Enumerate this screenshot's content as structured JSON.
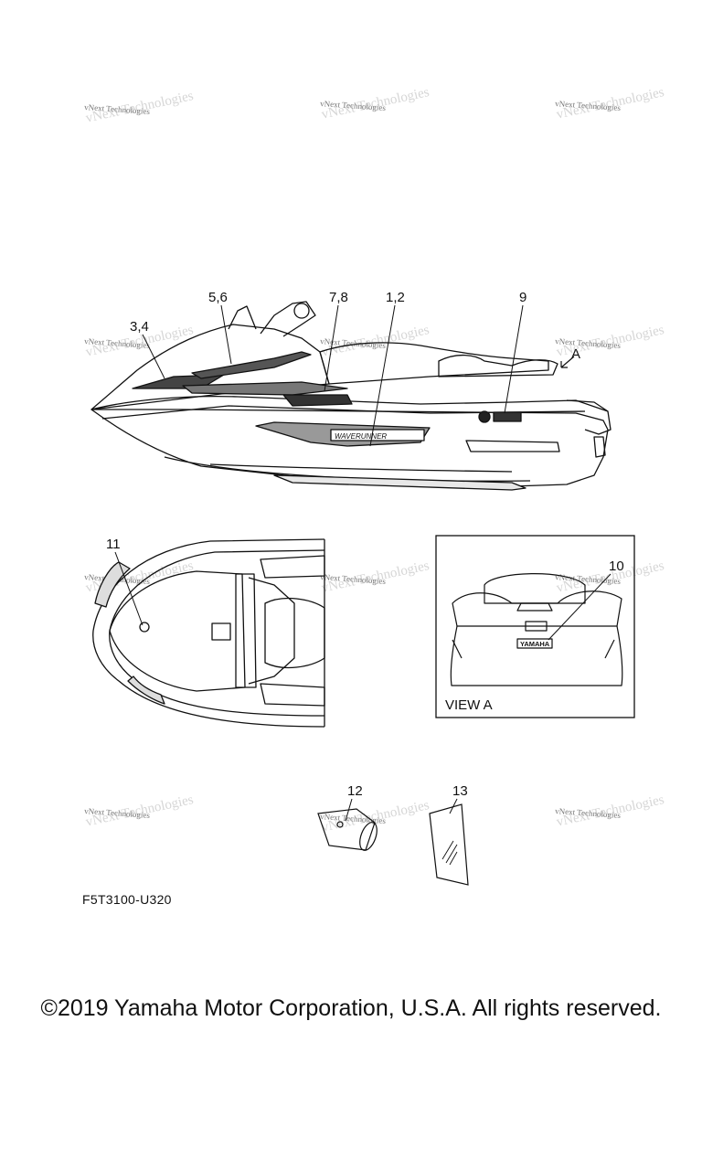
{
  "watermark": {
    "text": "vNext Technologies"
  },
  "callouts": {
    "c1": "1,2",
    "c2": "3,4",
    "c3": "5,6",
    "c4": "7,8",
    "c5": "9",
    "c6": "10",
    "c7": "11",
    "c8": "12",
    "c9": "13",
    "view_arrow": "A"
  },
  "labels": {
    "decal_model": "WAVERUNNER",
    "yamaha_badge": "YAMAHA",
    "view_a": "VIEW A"
  },
  "part_code": "F5T3100-U320",
  "copyright": "©2019 Yamaha Motor Corporation, U.S.A. All rights reserved."
}
